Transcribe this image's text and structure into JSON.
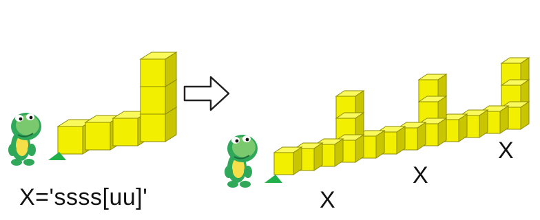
{
  "formula": "X='ssss[uu]'",
  "x_labels": [
    "X",
    "X",
    "X"
  ],
  "colors": {
    "cube_face": "#F2F000",
    "cube_top": "#FAFA5C",
    "cube_side": "#C9C500",
    "cube_edge": "#8C8A00",
    "turtle_shell": "#7BC96F",
    "turtle_body": "#2FA85A",
    "turtle_belly": "#F5E04A",
    "start_marker": "#22B04A",
    "arrow_stroke": "#222222"
  },
  "icons": {
    "turtle": "turtle-icon",
    "transform_arrow": "hollow-right-arrow-icon"
  }
}
